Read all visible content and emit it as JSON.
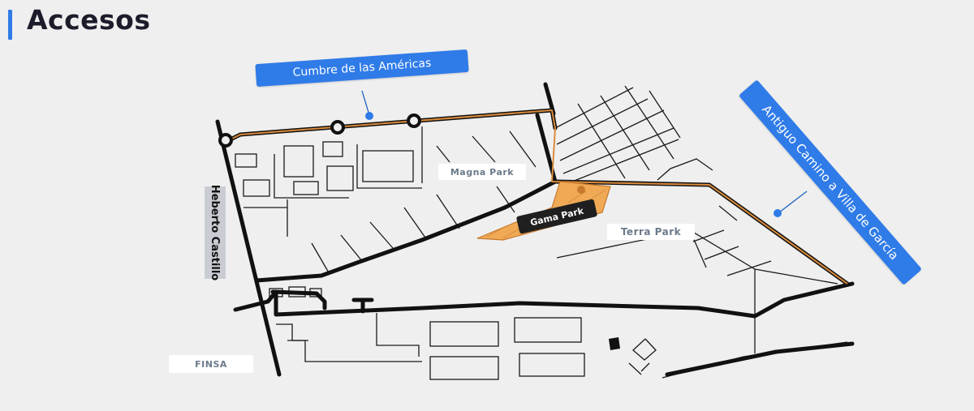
{
  "header": {
    "title": "Accesos"
  },
  "colors": {
    "accent": "#2f7be8",
    "road": "#111111",
    "route": "#d98a3c",
    "site": "#f0a955",
    "background": "#efefef"
  },
  "road_labels": {
    "cumbre": "Cumbre de las Américas",
    "antiguo": "Antiguo Camino a Villa de García",
    "heberto": "Heberto Castillo"
  },
  "parks": {
    "magna": "Magna Park",
    "terra": "Terra Park",
    "gama": "Gama Park",
    "finsa": "FINSA"
  },
  "icons": [
    "roundabout-icon",
    "location-pin-icon"
  ]
}
